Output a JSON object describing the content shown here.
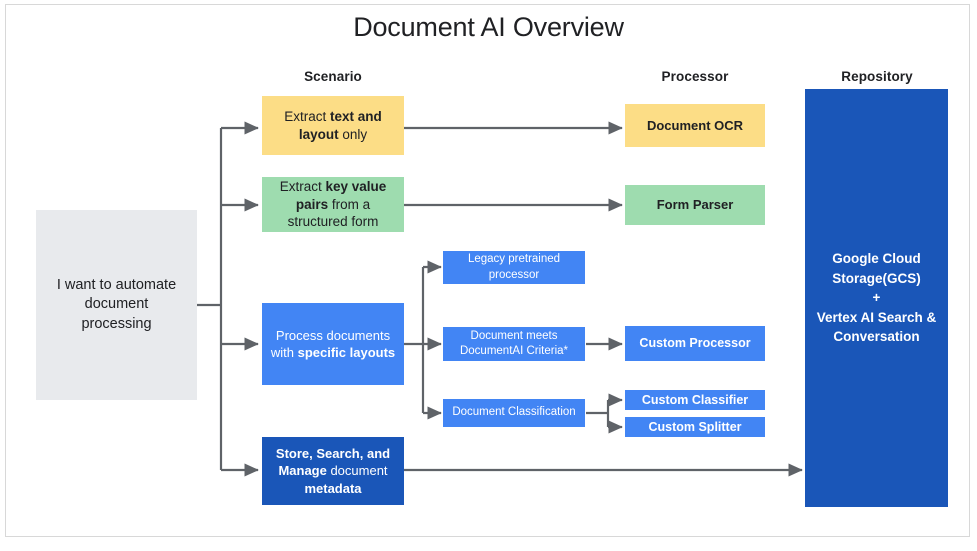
{
  "page": {
    "title": "Document AI Overview",
    "accent_blue": "#4285f4",
    "accent_dark_blue": "#1a56b8",
    "accent_yellow": "#fcdd86",
    "accent_green": "#9edcaf",
    "accent_grey": "#e8eaed",
    "wire_color": "#5f6368"
  },
  "columns": {
    "scenario": "Scenario",
    "processor": "Processor",
    "repository": "Repository"
  },
  "entry": {
    "label_line1": "I want to automate",
    "label_line2": "document",
    "label_line3": "processing"
  },
  "scenarios": [
    {
      "id": "extract-text-layout",
      "pre": "Extract ",
      "bold": "text and layout",
      "post": " only"
    },
    {
      "id": "extract-key-value",
      "pre": "Extract ",
      "bold": "key value pairs",
      "post": " from a structured form"
    },
    {
      "id": "process-specific-layouts",
      "pre": "Process documents with ",
      "bold": "specific layouts",
      "post": ""
    },
    {
      "id": "store-search-manage",
      "pre": "",
      "bold": "Store, Search, and Manage",
      "mid": " document ",
      "bold2": "metadata"
    }
  ],
  "middle": [
    {
      "id": "legacy-pretrained",
      "line1": "Legacy pretrained",
      "line2": "processor"
    },
    {
      "id": "document-meets-criteria",
      "line1": "Document meets",
      "line2": "DocumentAI Criteria*"
    },
    {
      "id": "document-classification",
      "line1": "Document Classification",
      "line2": ""
    }
  ],
  "processors": [
    {
      "id": "document-ocr",
      "label": "Document OCR"
    },
    {
      "id": "form-parser",
      "label": "Form Parser"
    },
    {
      "id": "custom-processor",
      "label": "Custom Processor"
    },
    {
      "id": "custom-classifier",
      "label": "Custom Classifier"
    },
    {
      "id": "custom-splitter",
      "label": "Custom Splitter"
    }
  ],
  "repository_box": {
    "line1": "Google Cloud",
    "line2": "Storage(GCS)",
    "line3": "+",
    "line4": "Vertex AI Search &",
    "line5": "Conversation"
  }
}
